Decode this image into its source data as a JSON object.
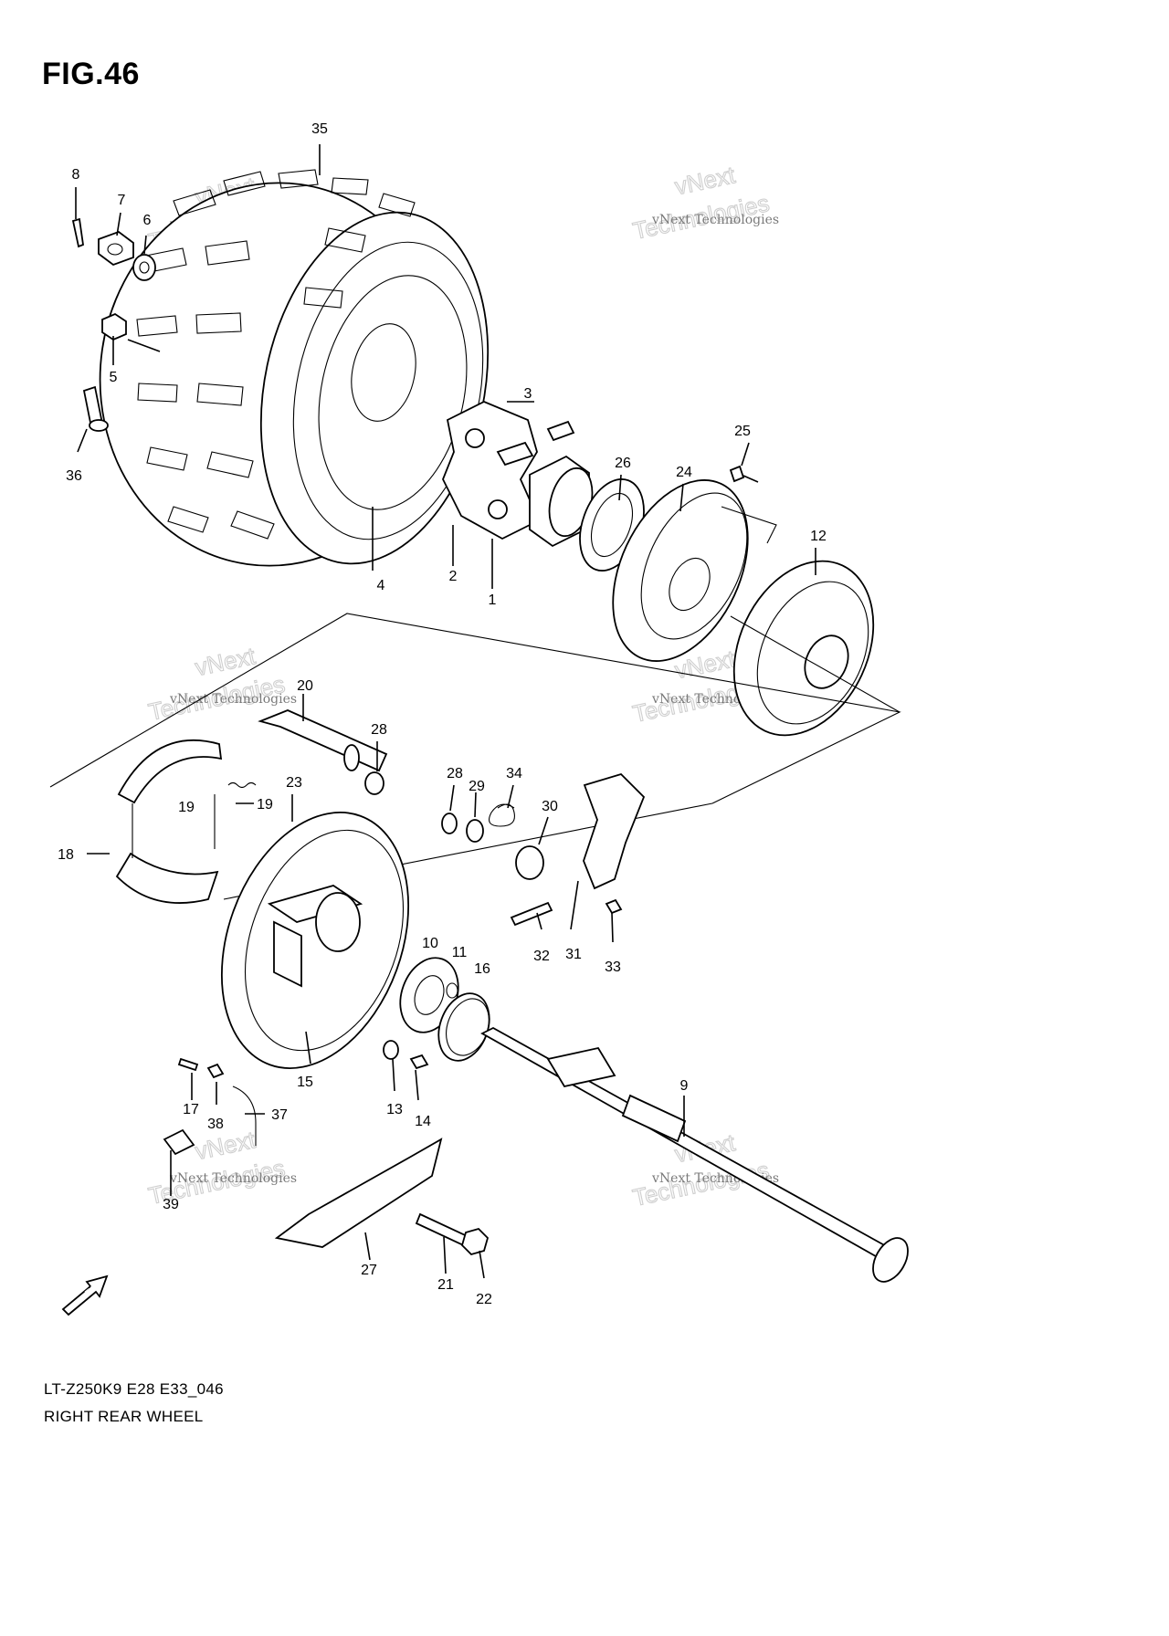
{
  "figure_title": "FIG.46",
  "model_code": "LT-Z250K9 E28 E33_046",
  "caption": "RIGHT REAR WHEEL",
  "fwd_label": "FWD",
  "watermark_small": "vNext Technologies",
  "watermark_big": [
    "vNext",
    "Technologies"
  ],
  "callouts": [
    "35",
    "8",
    "7",
    "6",
    "5",
    "36",
    "3",
    "4",
    "2",
    "1",
    "26",
    "24",
    "25",
    "12",
    "20",
    "28",
    "23",
    "19",
    "19",
    "18",
    "28",
    "29",
    "34",
    "30",
    "10",
    "11",
    "16",
    "32",
    "31",
    "33",
    "15",
    "13",
    "14",
    "17",
    "38",
    "37",
    "9",
    "39",
    "27",
    "21",
    "22"
  ]
}
